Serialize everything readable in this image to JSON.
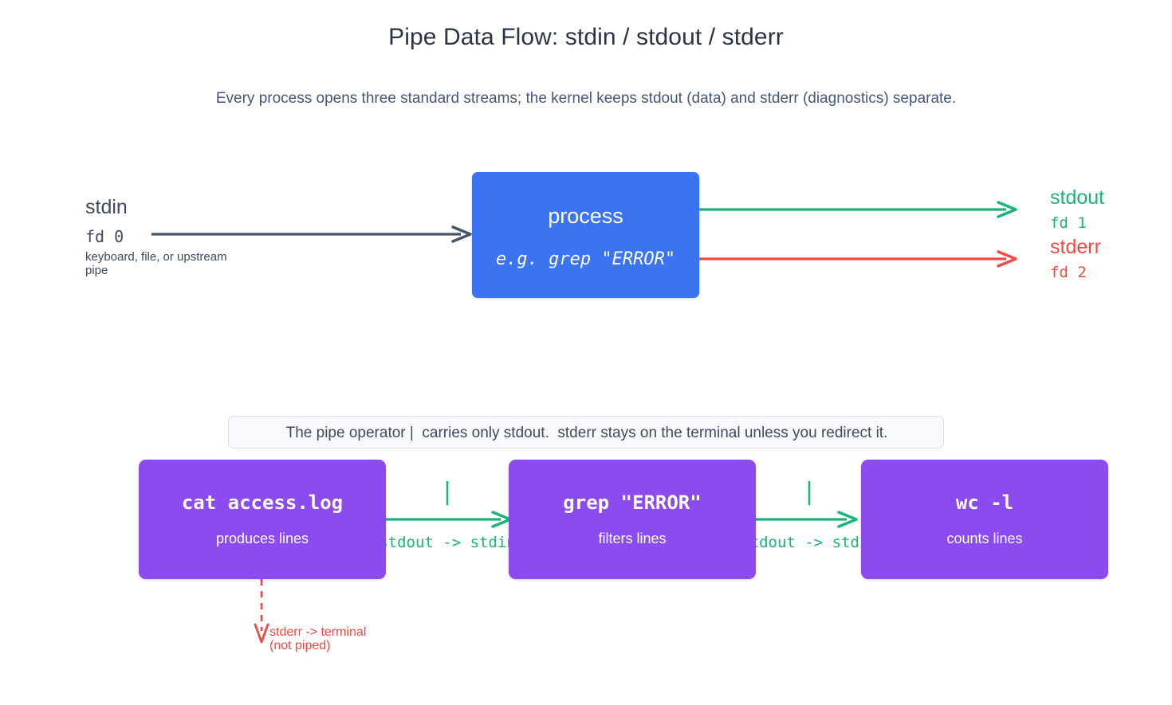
{
  "page": {
    "title": "Pipe Data Flow: stdin / stdout / stderr",
    "subtitle": "Every process opens three standard streams; the kernel keeps stdout (data) and stderr (diagnostics) separate."
  },
  "colors": {
    "blue": "#3b74f0",
    "purple": "#8b4bee",
    "green": "#17b577",
    "red": "#f04a45",
    "slate": "#3f4a5f",
    "note_bg": "#f7f9fc",
    "note_border": "#d9dfe9"
  },
  "top_diagram": {
    "stdin": {
      "label": "stdin",
      "fd": "fd 0",
      "note": "keyboard, file, or upstream pipe"
    },
    "process": {
      "title": "process",
      "example": "e.g.  grep \"ERROR\""
    },
    "stdout": {
      "label": "stdout",
      "fd": "fd 1"
    },
    "stderr": {
      "label": "stderr",
      "fd": "fd 2"
    }
  },
  "note": {
    "text": "The pipe operator |  carries only stdout.  stderr stays on the terminal unless you redirect it."
  },
  "pipeline": {
    "boxes": [
      {
        "command": "cat access.log",
        "description": "produces lines"
      },
      {
        "command": "grep \"ERROR\"",
        "description": "filters lines"
      },
      {
        "command": "wc -l",
        "description": "counts lines"
      }
    ],
    "connectors": [
      {
        "pipe_glyph": "|",
        "label": "stdout -> stdin"
      },
      {
        "pipe_glyph": "|",
        "label": "stdout -> stdin"
      }
    ],
    "stderr_branch": {
      "line1": "stderr -> terminal",
      "line2": "(not piped)"
    }
  }
}
